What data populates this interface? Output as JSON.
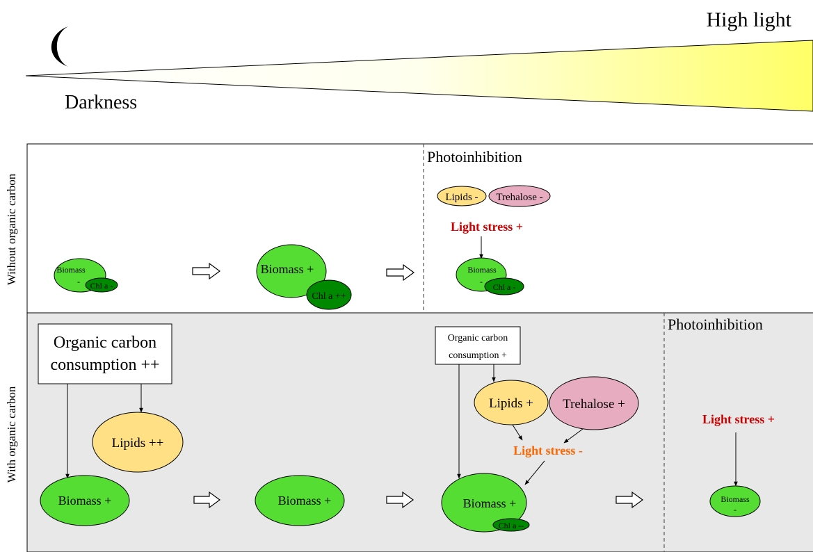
{
  "light_gradient": {
    "dark_label": "Darkness",
    "high_label": "High light",
    "moon_icon": "crescent-moon-icon",
    "gradient_colors": [
      "#ffffff",
      "#ffff66"
    ]
  },
  "rows": {
    "without": {
      "label": "Without organic carbon",
      "photoinhibition": "Photoinhibition",
      "stage1": {
        "biomass": "Biomass",
        "biomass_sign": "-",
        "chl": "Chl a -"
      },
      "stage2": {
        "biomass": "Biomass +",
        "chl": "Chl a ++"
      },
      "stage3": {
        "lipids": "Lipids -",
        "trehalose": "Trehalose -",
        "light_stress": "Light stress +",
        "biomass": "Biomass",
        "biomass_sign": "-",
        "chl": "Chl a -"
      }
    },
    "with": {
      "label": "With organic carbon",
      "photoinhibition": "Photoinhibition",
      "stage1": {
        "oc_line1": "Organic carbon",
        "oc_line2": "consumption ++",
        "lipids": "Lipids ++",
        "biomass": "Biomass +"
      },
      "stage2": {
        "biomass": "Biomass +"
      },
      "stage3": {
        "oc_line1": "Organic carbon",
        "oc_line2": "consumption +",
        "lipids": "Lipids +",
        "trehalose": "Trehalose +",
        "light_stress": "Light stress -",
        "biomass": "Biomass +",
        "chl": "Chl a --"
      },
      "stage4": {
        "light_stress": "Light stress +",
        "biomass": "Biomass",
        "biomass_sign": "-"
      }
    }
  },
  "colors": {
    "biomass": "#55dd33",
    "chl": "#008800",
    "lipids": "#ffe084",
    "trehalose": "#e8acc0",
    "stress_red": "#cc0000",
    "stress_orange": "#ff6600",
    "bottom_bg": "#e8e8e8"
  }
}
